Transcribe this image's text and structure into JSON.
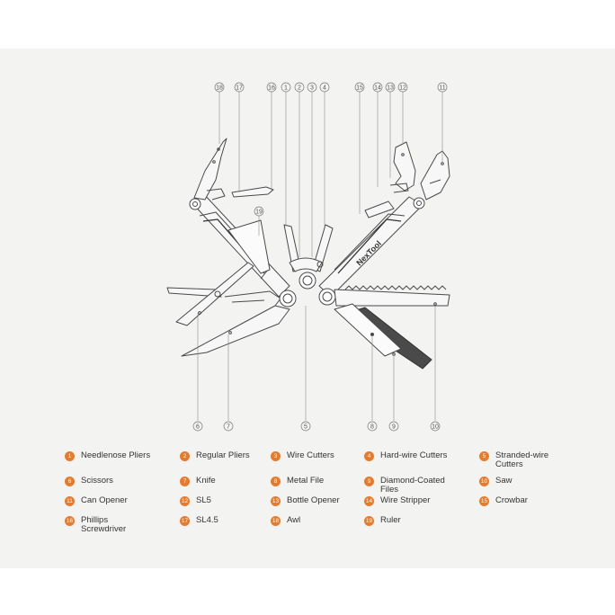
{
  "brand": "NexTool",
  "accent_color": "#e97a2a",
  "callouts": [
    "1",
    "2",
    "3",
    "4",
    "6",
    "7",
    "8",
    "9",
    "10",
    "11",
    "12",
    "13",
    "14",
    "15",
    "16",
    "17",
    "18",
    "19",
    "5"
  ],
  "legend": [
    {
      "num": "1",
      "label": "Needlenose Pliers"
    },
    {
      "num": "2",
      "label": "Regular Pliers"
    },
    {
      "num": "3",
      "label": "Wire Cutters"
    },
    {
      "num": "4",
      "label": "Hard-wire Cutters"
    },
    {
      "num": "5",
      "label": "Stranded-wire Cutters"
    },
    {
      "num": "6",
      "label": "Scissors"
    },
    {
      "num": "7",
      "label": "Knife"
    },
    {
      "num": "8",
      "label": "Metal File"
    },
    {
      "num": "9",
      "label": "Diamond-Coated Files"
    },
    {
      "num": "10",
      "label": "Saw"
    },
    {
      "num": "11",
      "label": "Can Opener"
    },
    {
      "num": "12",
      "label": "SL5"
    },
    {
      "num": "13",
      "label": "Bottle Opener"
    },
    {
      "num": "14",
      "label": "Wire Stripper"
    },
    {
      "num": "15",
      "label": "Crowbar"
    },
    {
      "num": "16",
      "label": "Phillips Screwdriver"
    },
    {
      "num": "17",
      "label": "SL4.5"
    },
    {
      "num": "18",
      "label": "Awl"
    },
    {
      "num": "19",
      "label": "Ruler"
    }
  ]
}
